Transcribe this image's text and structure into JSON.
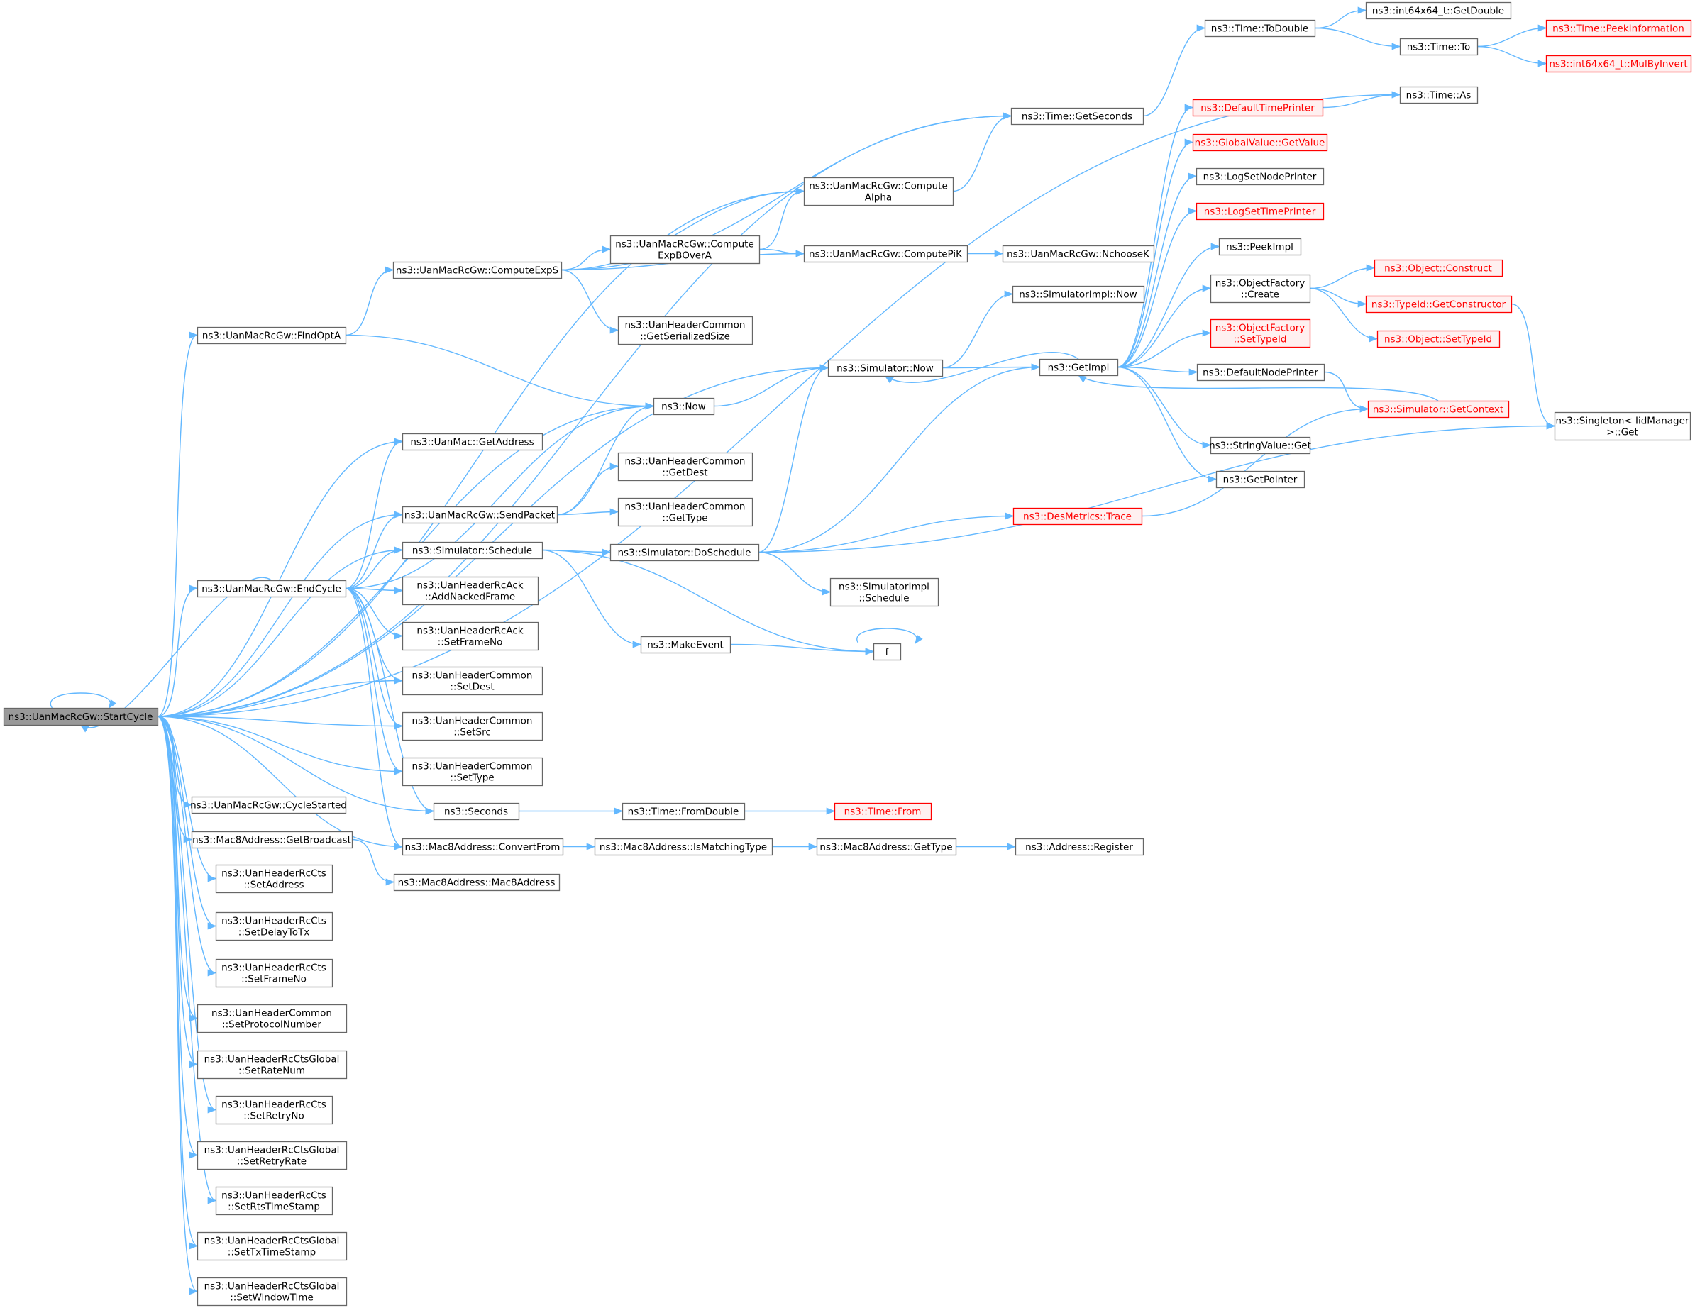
{
  "colors": {
    "edge": "#63b8ff",
    "box_border": "#666666",
    "box_fill": "#ffffff",
    "external_border": "#ff0000",
    "external_fill": "#fff0f0",
    "root_fill": "#999999",
    "root_border": "#666666",
    "text": "#000000",
    "external_text": "#ff0000"
  },
  "nodes": [
    {
      "id": "StartCycle",
      "lines": [
        "ns3::UanMacRcGw::StartCycle"
      ],
      "style": "root"
    },
    {
      "id": "CycleStarted",
      "lines": [
        "ns3::UanMacRcGw::CycleStarted"
      ],
      "style": "normal"
    },
    {
      "id": "EndCycle",
      "lines": [
        "ns3::UanMacRcGw::EndCycle"
      ],
      "style": "normal"
    },
    {
      "id": "FindOptA",
      "lines": [
        "ns3::UanMacRcGw::FindOptA"
      ],
      "style": "normal"
    },
    {
      "id": "GetBroadcast",
      "lines": [
        "ns3::Mac8Address::GetBroadcast"
      ],
      "style": "normal"
    },
    {
      "id": "CtsSetAddress",
      "lines": [
        "ns3::UanHeaderRcCts",
        "::SetAddress"
      ],
      "style": "normal"
    },
    {
      "id": "CtsSetDelayToTx",
      "lines": [
        "ns3::UanHeaderRcCts",
        "::SetDelayToTx"
      ],
      "style": "normal"
    },
    {
      "id": "CtsSetFrameNo",
      "lines": [
        "ns3::UanHeaderRcCts",
        "::SetFrameNo"
      ],
      "style": "normal"
    },
    {
      "id": "SetProtocolNumber",
      "lines": [
        "ns3::UanHeaderCommon",
        "::SetProtocolNumber"
      ],
      "style": "normal"
    },
    {
      "id": "SetRateNum",
      "lines": [
        "ns3::UanHeaderRcCtsGlobal",
        "::SetRateNum"
      ],
      "style": "normal"
    },
    {
      "id": "SetRetryNo",
      "lines": [
        "ns3::UanHeaderRcCts",
        "::SetRetryNo"
      ],
      "style": "normal"
    },
    {
      "id": "SetRetryRate",
      "lines": [
        "ns3::UanHeaderRcCtsGlobal",
        "::SetRetryRate"
      ],
      "style": "normal"
    },
    {
      "id": "SetRtsTimeStamp",
      "lines": [
        "ns3::UanHeaderRcCts",
        "::SetRtsTimeStamp"
      ],
      "style": "normal"
    },
    {
      "id": "SetTxTimeStamp",
      "lines": [
        "ns3::UanHeaderRcCtsGlobal",
        "::SetTxTimeStamp"
      ],
      "style": "normal"
    },
    {
      "id": "SetWindowTime",
      "lines": [
        "ns3::UanHeaderRcCtsGlobal",
        "::SetWindowTime"
      ],
      "style": "normal"
    },
    {
      "id": "ComputeExpS",
      "lines": [
        "ns3::UanMacRcGw::ComputeExpS"
      ],
      "style": "normal"
    },
    {
      "id": "UanMacGetAddress",
      "lines": [
        "ns3::UanMac::GetAddress"
      ],
      "style": "normal"
    },
    {
      "id": "SendPacket",
      "lines": [
        "ns3::UanMacRcGw::SendPacket"
      ],
      "style": "normal"
    },
    {
      "id": "SimSchedule",
      "lines": [
        "ns3::Simulator::Schedule"
      ],
      "style": "normal"
    },
    {
      "id": "AddNackedFrame",
      "lines": [
        "ns3::UanHeaderRcAck",
        "::AddNackedFrame"
      ],
      "style": "normal"
    },
    {
      "id": "AckSetFrameNo",
      "lines": [
        "ns3::UanHeaderRcAck",
        "::SetFrameNo"
      ],
      "style": "normal"
    },
    {
      "id": "SetDest",
      "lines": [
        "ns3::UanHeaderCommon",
        "::SetDest"
      ],
      "style": "normal"
    },
    {
      "id": "SetSrc",
      "lines": [
        "ns3::UanHeaderCommon",
        "::SetSrc"
      ],
      "style": "normal"
    },
    {
      "id": "SetType",
      "lines": [
        "ns3::UanHeaderCommon",
        "::SetType"
      ],
      "style": "normal"
    },
    {
      "id": "Seconds",
      "lines": [
        "ns3::Seconds"
      ],
      "style": "normal"
    },
    {
      "id": "ConvertFrom",
      "lines": [
        "ns3::Mac8Address::ConvertFrom"
      ],
      "style": "normal"
    },
    {
      "id": "Mac8Address",
      "lines": [
        "ns3::Mac8Address::Mac8Address"
      ],
      "style": "normal"
    },
    {
      "id": "ComputeExpBOverA",
      "lines": [
        "ns3::UanMacRcGw::Compute",
        "ExpBOverA"
      ],
      "style": "normal"
    },
    {
      "id": "GetSerializedSize",
      "lines": [
        "ns3::UanHeaderCommon",
        "::GetSerializedSize"
      ],
      "style": "normal"
    },
    {
      "id": "Ns3Now",
      "lines": [
        "ns3::Now"
      ],
      "style": "normal"
    },
    {
      "id": "GetDest",
      "lines": [
        "ns3::UanHeaderCommon",
        "::GetDest"
      ],
      "style": "normal"
    },
    {
      "id": "GetType",
      "lines": [
        "ns3::UanHeaderCommon",
        "::GetType"
      ],
      "style": "normal"
    },
    {
      "id": "DoSchedule",
      "lines": [
        "ns3::Simulator::DoSchedule"
      ],
      "style": "normal"
    },
    {
      "id": "MakeEvent",
      "lines": [
        "ns3::MakeEvent"
      ],
      "style": "normal"
    },
    {
      "id": "TimeFromDouble",
      "lines": [
        "ns3::Time::FromDouble"
      ],
      "style": "normal"
    },
    {
      "id": "IsMatchingType",
      "lines": [
        "ns3::Mac8Address::IsMatchingType"
      ],
      "style": "normal"
    },
    {
      "id": "GetSeconds",
      "lines": [
        "ns3::Time::GetSeconds"
      ],
      "style": "normal"
    },
    {
      "id": "ComputeAlpha",
      "lines": [
        "ns3::UanMacRcGw::Compute",
        "Alpha"
      ],
      "style": "normal"
    },
    {
      "id": "ComputePiK",
      "lines": [
        "ns3::UanMacRcGw::ComputePiK"
      ],
      "style": "normal"
    },
    {
      "id": "SimulatorNow",
      "lines": [
        "ns3::Simulator::Now"
      ],
      "style": "normal"
    },
    {
      "id": "SimImplSchedule",
      "lines": [
        "ns3::SimulatorImpl",
        "::Schedule"
      ],
      "style": "normal"
    },
    {
      "id": "f",
      "lines": [
        "f"
      ],
      "style": "normal"
    },
    {
      "id": "TimeFrom",
      "lines": [
        "ns3::Time::From"
      ],
      "style": "external"
    },
    {
      "id": "Mac8GetType",
      "lines": [
        "ns3::Mac8Address::GetType"
      ],
      "style": "normal"
    },
    {
      "id": "NchooseK",
      "lines": [
        "ns3::UanMacRcGw::NchooseK"
      ],
      "style": "normal"
    },
    {
      "id": "SimImplNow",
      "lines": [
        "ns3::SimulatorImpl::Now"
      ],
      "style": "normal"
    },
    {
      "id": "GetImpl",
      "lines": [
        "ns3::GetImpl"
      ],
      "style": "normal"
    },
    {
      "id": "DesTrace",
      "lines": [
        "ns3::DesMetrics::Trace"
      ],
      "style": "external"
    },
    {
      "id": "AddressRegister",
      "lines": [
        "ns3::Address::Register"
      ],
      "style": "normal"
    },
    {
      "id": "ToDouble",
      "lines": [
        "ns3::Time::ToDouble"
      ],
      "style": "normal"
    },
    {
      "id": "DefaultTimePrinter",
      "lines": [
        "ns3::DefaultTimePrinter"
      ],
      "style": "external"
    },
    {
      "id": "GlobalGetValue",
      "lines": [
        "ns3::GlobalValue::GetValue"
      ],
      "style": "external"
    },
    {
      "id": "LogSetNodePrinter",
      "lines": [
        "ns3::LogSetNodePrinter"
      ],
      "style": "normal"
    },
    {
      "id": "LogSetTimePrinter",
      "lines": [
        "ns3::LogSetTimePrinter"
      ],
      "style": "external"
    },
    {
      "id": "PeekImpl",
      "lines": [
        "ns3::PeekImpl"
      ],
      "style": "normal"
    },
    {
      "id": "ObjFactoryCreate",
      "lines": [
        "ns3::ObjectFactory",
        "::Create"
      ],
      "style": "normal"
    },
    {
      "id": "ObjFactorySetTypeId",
      "lines": [
        "ns3::ObjectFactory",
        "::SetTypeId"
      ],
      "style": "external"
    },
    {
      "id": "DefaultNodePrinter",
      "lines": [
        "ns3::DefaultNodePrinter"
      ],
      "style": "normal"
    },
    {
      "id": "StringValueGet",
      "lines": [
        "ns3::StringValue::Get"
      ],
      "style": "normal"
    },
    {
      "id": "GetPointer",
      "lines": [
        "ns3::GetPointer"
      ],
      "style": "normal"
    },
    {
      "id": "GetDouble",
      "lines": [
        "ns3::int64x64_t::GetDouble"
      ],
      "style": "normal"
    },
    {
      "id": "TimeTo",
      "lines": [
        "ns3::Time::To"
      ],
      "style": "normal"
    },
    {
      "id": "TimeAs",
      "lines": [
        "ns3::Time::As"
      ],
      "style": "normal"
    },
    {
      "id": "ObjConstruct",
      "lines": [
        "ns3::Object::Construct"
      ],
      "style": "external"
    },
    {
      "id": "GetConstructor",
      "lines": [
        "ns3::TypeId::GetConstructor"
      ],
      "style": "external"
    },
    {
      "id": "ObjSetTypeId",
      "lines": [
        "ns3::Object::SetTypeId"
      ],
      "style": "external"
    },
    {
      "id": "SimGetContext",
      "lines": [
        "ns3::Simulator::GetContext"
      ],
      "style": "external"
    },
    {
      "id": "PeekInformation",
      "lines": [
        "ns3::Time::PeekInformation"
      ],
      "style": "external"
    },
    {
      "id": "MulByInvert",
      "lines": [
        "ns3::int64x64_t::MulByInvert"
      ],
      "style": "external"
    },
    {
      "id": "SingletonGet",
      "lines": [
        "ns3::Singleton< IidManager",
        ">::Get"
      ],
      "style": "normal"
    }
  ],
  "edges": [
    [
      "StartCycle",
      "StartCycle"
    ],
    [
      "StartCycle",
      "TimeAs"
    ],
    [
      "StartCycle",
      "GetSeconds"
    ],
    [
      "StartCycle",
      "ComputeAlpha"
    ],
    [
      "StartCycle",
      "FindOptA"
    ],
    [
      "StartCycle",
      "SimulatorNow"
    ],
    [
      "StartCycle",
      "Ns3Now"
    ],
    [
      "StartCycle",
      "UanMacGetAddress"
    ],
    [
      "StartCycle",
      "SendPacket"
    ],
    [
      "StartCycle",
      "SimSchedule"
    ],
    [
      "StartCycle",
      "EndCycle"
    ],
    [
      "StartCycle",
      "SetDest"
    ],
    [
      "StartCycle",
      "SetSrc"
    ],
    [
      "StartCycle",
      "SetType"
    ],
    [
      "StartCycle",
      "Seconds"
    ],
    [
      "StartCycle",
      "ConvertFrom"
    ],
    [
      "StartCycle",
      "CycleStarted"
    ],
    [
      "StartCycle",
      "GetBroadcast"
    ],
    [
      "StartCycle",
      "CtsSetAddress"
    ],
    [
      "StartCycle",
      "CtsSetDelayToTx"
    ],
    [
      "StartCycle",
      "CtsSetFrameNo"
    ],
    [
      "StartCycle",
      "SetProtocolNumber"
    ],
    [
      "StartCycle",
      "SetRateNum"
    ],
    [
      "StartCycle",
      "SetRetryNo"
    ],
    [
      "StartCycle",
      "SetRetryRate"
    ],
    [
      "StartCycle",
      "SetRtsTimeStamp"
    ],
    [
      "StartCycle",
      "SetTxTimeStamp"
    ],
    [
      "StartCycle",
      "SetWindowTime"
    ],
    [
      "FindOptA",
      "ComputeExpS"
    ],
    [
      "FindOptA",
      "Ns3Now"
    ],
    [
      "EndCycle",
      "StartCycle"
    ],
    [
      "EndCycle",
      "UanMacGetAddress"
    ],
    [
      "EndCycle",
      "Ns3Now"
    ],
    [
      "EndCycle",
      "SendPacket"
    ],
    [
      "EndCycle",
      "SimSchedule"
    ],
    [
      "EndCycle",
      "AddNackedFrame"
    ],
    [
      "EndCycle",
      "AckSetFrameNo"
    ],
    [
      "EndCycle",
      "SetDest"
    ],
    [
      "EndCycle",
      "SetSrc"
    ],
    [
      "EndCycle",
      "SetType"
    ],
    [
      "EndCycle",
      "Seconds"
    ],
    [
      "EndCycle",
      "ConvertFrom"
    ],
    [
      "GetBroadcast",
      "Mac8Address"
    ],
    [
      "ComputeExpS",
      "GetSeconds"
    ],
    [
      "ComputeExpS",
      "ComputeAlpha"
    ],
    [
      "ComputeExpS",
      "ComputeExpBOverA"
    ],
    [
      "ComputeExpS",
      "ComputePiK"
    ],
    [
      "ComputeExpS",
      "GetSerializedSize"
    ],
    [
      "ComputeExpBOverA",
      "ComputeAlpha"
    ],
    [
      "ComputeExpBOverA",
      "ComputePiK"
    ],
    [
      "ComputeAlpha",
      "GetSeconds"
    ],
    [
      "ComputePiK",
      "NchooseK"
    ],
    [
      "SendPacket",
      "Ns3Now"
    ],
    [
      "SendPacket",
      "GetDest"
    ],
    [
      "SendPacket",
      "GetType"
    ],
    [
      "SimSchedule",
      "DoSchedule"
    ],
    [
      "SimSchedule",
      "MakeEvent"
    ],
    [
      "SimSchedule",
      "f"
    ],
    [
      "Ns3Now",
      "SimulatorNow"
    ],
    [
      "Seconds",
      "TimeFromDouble"
    ],
    [
      "ConvertFrom",
      "IsMatchingType"
    ],
    [
      "DoSchedule",
      "SimulatorNow"
    ],
    [
      "DoSchedule",
      "GetImpl"
    ],
    [
      "DoSchedule",
      "DesTrace"
    ],
    [
      "DoSchedule",
      "SimImplSchedule"
    ],
    [
      "DoSchedule",
      "SingletonGet"
    ],
    [
      "MakeEvent",
      "f"
    ],
    [
      "f",
      "f"
    ],
    [
      "TimeFromDouble",
      "TimeFrom"
    ],
    [
      "IsMatchingType",
      "Mac8GetType"
    ],
    [
      "Mac8GetType",
      "AddressRegister"
    ],
    [
      "GetSeconds",
      "ToDouble"
    ],
    [
      "SimulatorNow",
      "SimImplNow"
    ],
    [
      "SimulatorNow",
      "GetImpl"
    ],
    [
      "DesTrace",
      "SimGetContext"
    ],
    [
      "GetImpl",
      "SimulatorNow"
    ],
    [
      "GetImpl",
      "DefaultTimePrinter"
    ],
    [
      "GetImpl",
      "GlobalGetValue"
    ],
    [
      "GetImpl",
      "LogSetNodePrinter"
    ],
    [
      "GetImpl",
      "LogSetTimePrinter"
    ],
    [
      "GetImpl",
      "PeekImpl"
    ],
    [
      "GetImpl",
      "ObjFactoryCreate"
    ],
    [
      "GetImpl",
      "ObjFactorySetTypeId"
    ],
    [
      "GetImpl",
      "DefaultNodePrinter"
    ],
    [
      "GetImpl",
      "StringValueGet"
    ],
    [
      "GetImpl",
      "GetPointer"
    ],
    [
      "DefaultTimePrinter",
      "TimeAs"
    ],
    [
      "ObjFactoryCreate",
      "ObjConstruct"
    ],
    [
      "ObjFactoryCreate",
      "GetConstructor"
    ],
    [
      "ObjFactoryCreate",
      "ObjSetTypeId"
    ],
    [
      "GetConstructor",
      "SingletonGet"
    ],
    [
      "DefaultNodePrinter",
      "SimGetContext"
    ],
    [
      "SimGetContext",
      "GetImpl"
    ],
    [
      "ToDouble",
      "GetDouble"
    ],
    [
      "ToDouble",
      "TimeTo"
    ],
    [
      "TimeTo",
      "PeekInformation"
    ],
    [
      "TimeTo",
      "MulByInvert"
    ]
  ]
}
